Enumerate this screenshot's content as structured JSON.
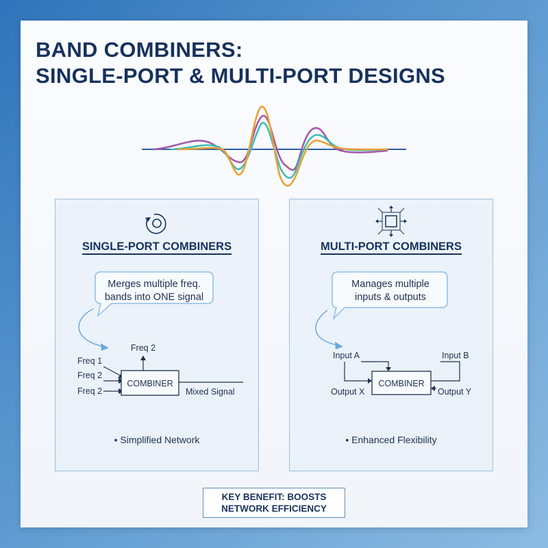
{
  "title": {
    "line1": "BAND COMBINERS:",
    "line2": "SINGLE-PORT & MULTI-PORT DESIGNS"
  },
  "colors": {
    "navy": "#16325c",
    "wave_purple": "#a55aa8",
    "wave_teal": "#3dbdb3",
    "wave_orange": "#eba032",
    "baseline_blue": "#2b5fa8",
    "panel_border": "#9cc0e0"
  },
  "single_port": {
    "icon": "circle-target-icon",
    "heading": "SINGLE-PORT COMBINERS",
    "bubble_line1": "Merges multiple freq.",
    "bubble_line2": "bands into ONE signal",
    "freq_top": "Freq 2",
    "freq_in1": "Freq 1",
    "freq_in2": "Freq 2",
    "freq_in3": "Freq 2",
    "combiner": "COMBINER",
    "output": "Mixed Signal",
    "bullet": "• Simplified Network"
  },
  "multi_port": {
    "icon": "multi-arrow-square-icon",
    "heading": "MULTI-PORT COMBINERS",
    "bubble_line1": "Manages multiple",
    "bubble_line2": "inputs & outputs",
    "input_a": "Input A",
    "input_b": "Input B",
    "output_x": "Output X",
    "output_y": "Output Y",
    "combiner": "COMBINER",
    "bullet": "• Enhanced Flexibility"
  },
  "benefit": {
    "line1": "KEY BENEFIT: BOOSTS",
    "line2": "NETWORK EFFICIENCY"
  }
}
